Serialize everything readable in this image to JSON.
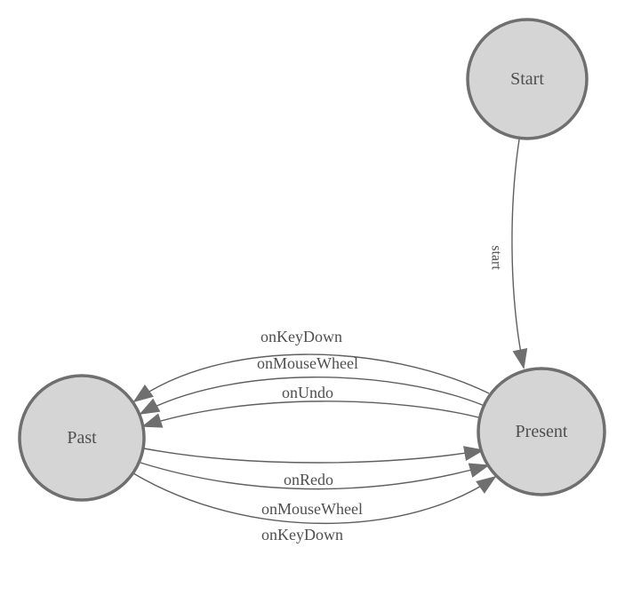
{
  "diagram": {
    "type": "state-machine",
    "background": "#ffffff",
    "colors": {
      "node_fill": "#d5d5d5",
      "node_stroke": "#6f6f6f",
      "edge_stroke": "#5f5f5f",
      "arrow_fill": "#6f6f6f",
      "text_color": "#4f4f4f"
    },
    "nodes": [
      {
        "id": "start",
        "label": "Start"
      },
      {
        "id": "present",
        "label": "Present"
      },
      {
        "id": "past",
        "label": "Past"
      }
    ],
    "edges": [
      {
        "from": "start",
        "to": "present",
        "label": "start",
        "label_rotated_deg": 90
      },
      {
        "from": "present",
        "to": "past",
        "label": "onKeyDown"
      },
      {
        "from": "present",
        "to": "past",
        "label": "onMouseWheel"
      },
      {
        "from": "present",
        "to": "past",
        "label": "onUndo"
      },
      {
        "from": "past",
        "to": "present",
        "label": "onRedo"
      },
      {
        "from": "past",
        "to": "present",
        "label": "onMouseWheel"
      },
      {
        "from": "past",
        "to": "present",
        "label": "onKeyDown"
      }
    ]
  }
}
